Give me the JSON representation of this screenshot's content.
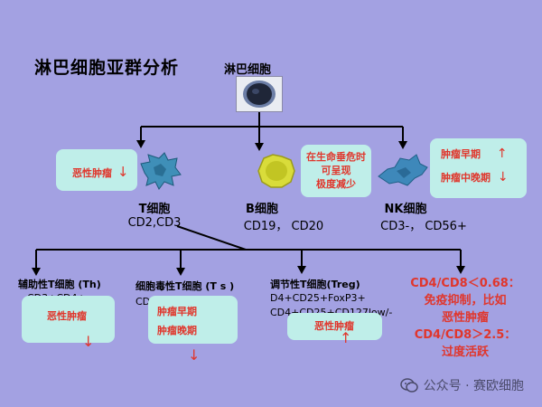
{
  "title": "淋巴细胞亚群分析",
  "root": {
    "label": "淋巴细胞"
  },
  "level1": {
    "t": {
      "name": "T细胞",
      "markers": "CD2,CD3",
      "card_text": "恶性肿瘤",
      "card_arrow": "↓"
    },
    "b": {
      "name": "B细胞",
      "markers": "CD19， CD20",
      "card_lines": [
        "在生命垂危时",
        "可呈现",
        "极度减少"
      ]
    },
    "nk": {
      "name": "NK细胞",
      "markers": "CD3-， CD56+",
      "card_rows": [
        {
          "text": "肿瘤早期",
          "arrow": "↑"
        },
        {
          "text": "肿瘤中晚期",
          "arrow": "↓"
        }
      ]
    }
  },
  "level2": {
    "th": {
      "name": "辅助性T细胞 (Th)",
      "markers": "CD3+CD4+",
      "card_text": "恶性肿瘤",
      "card_arrow": "↓"
    },
    "ts": {
      "name": "细胞毒性T细胞 (T s )",
      "markers": "CD",
      "card_lines": [
        "肿瘤早期",
        "肿瘤晚期"
      ],
      "card_arrow": "↓"
    },
    "treg": {
      "name": "调节性T细胞(Treg)",
      "markers1": "D4+CD25+FoxP3+",
      "markers2": "CD4+CD25+CD127low/-",
      "card_text": "恶性肿瘤",
      "card_arrow": "↑"
    }
  },
  "ratio_note": [
    "CD4/CD8＜0.68：",
    "免疫抑制，比如",
    "恶性肿瘤",
    "CD4/CD8＞2.5：",
    "过度活跃"
  ],
  "watermark": "公众号 · 赛欧细胞",
  "colors": {
    "background": "#a3a1e2",
    "card": "#bfeee9",
    "red": "#e0362c"
  }
}
